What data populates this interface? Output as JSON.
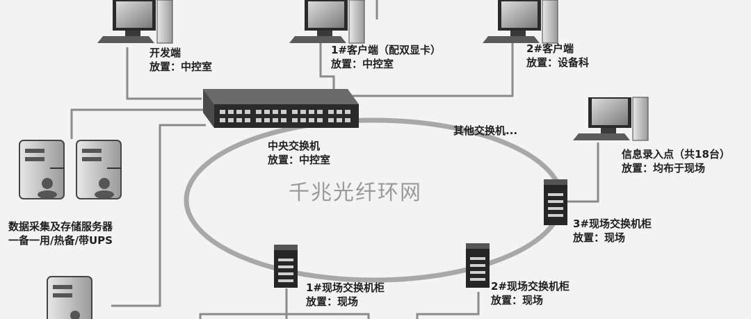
{
  "nodes": {
    "dev_client": {
      "name": "开发端",
      "location": "放置：中控室"
    },
    "client_1": {
      "name": "1#客户端（配双显卡）",
      "location": "放置：中控室"
    },
    "client_2": {
      "name": "2#客户端",
      "location": "放置：设备科"
    },
    "central_switch": {
      "name": "中央交换机",
      "location": "放置：中控室"
    },
    "other_switches": {
      "name": "其他交换机..."
    },
    "info_entry": {
      "name": "信息录入点（共18台）",
      "location": "放置：均布于现场"
    },
    "servers": {
      "name": "数据采集及存储服务器",
      "location": "一备一用/热备/带UPS"
    },
    "ring": {
      "name": "千兆光纤环网"
    },
    "field_switch_1": {
      "name": "1#现场交换机柜",
      "location": "放置：现场"
    },
    "field_switch_2": {
      "name": "2#现场交换机柜",
      "location": "放置：现场"
    },
    "field_switch_3": {
      "name": "3#现场交换机柜",
      "location": "放置：现场"
    }
  },
  "colors": {
    "line": "#8a8a8a",
    "ring": "#a8a8a8",
    "device_dark": "#2a2a2a",
    "text": "#1e1e1e"
  }
}
